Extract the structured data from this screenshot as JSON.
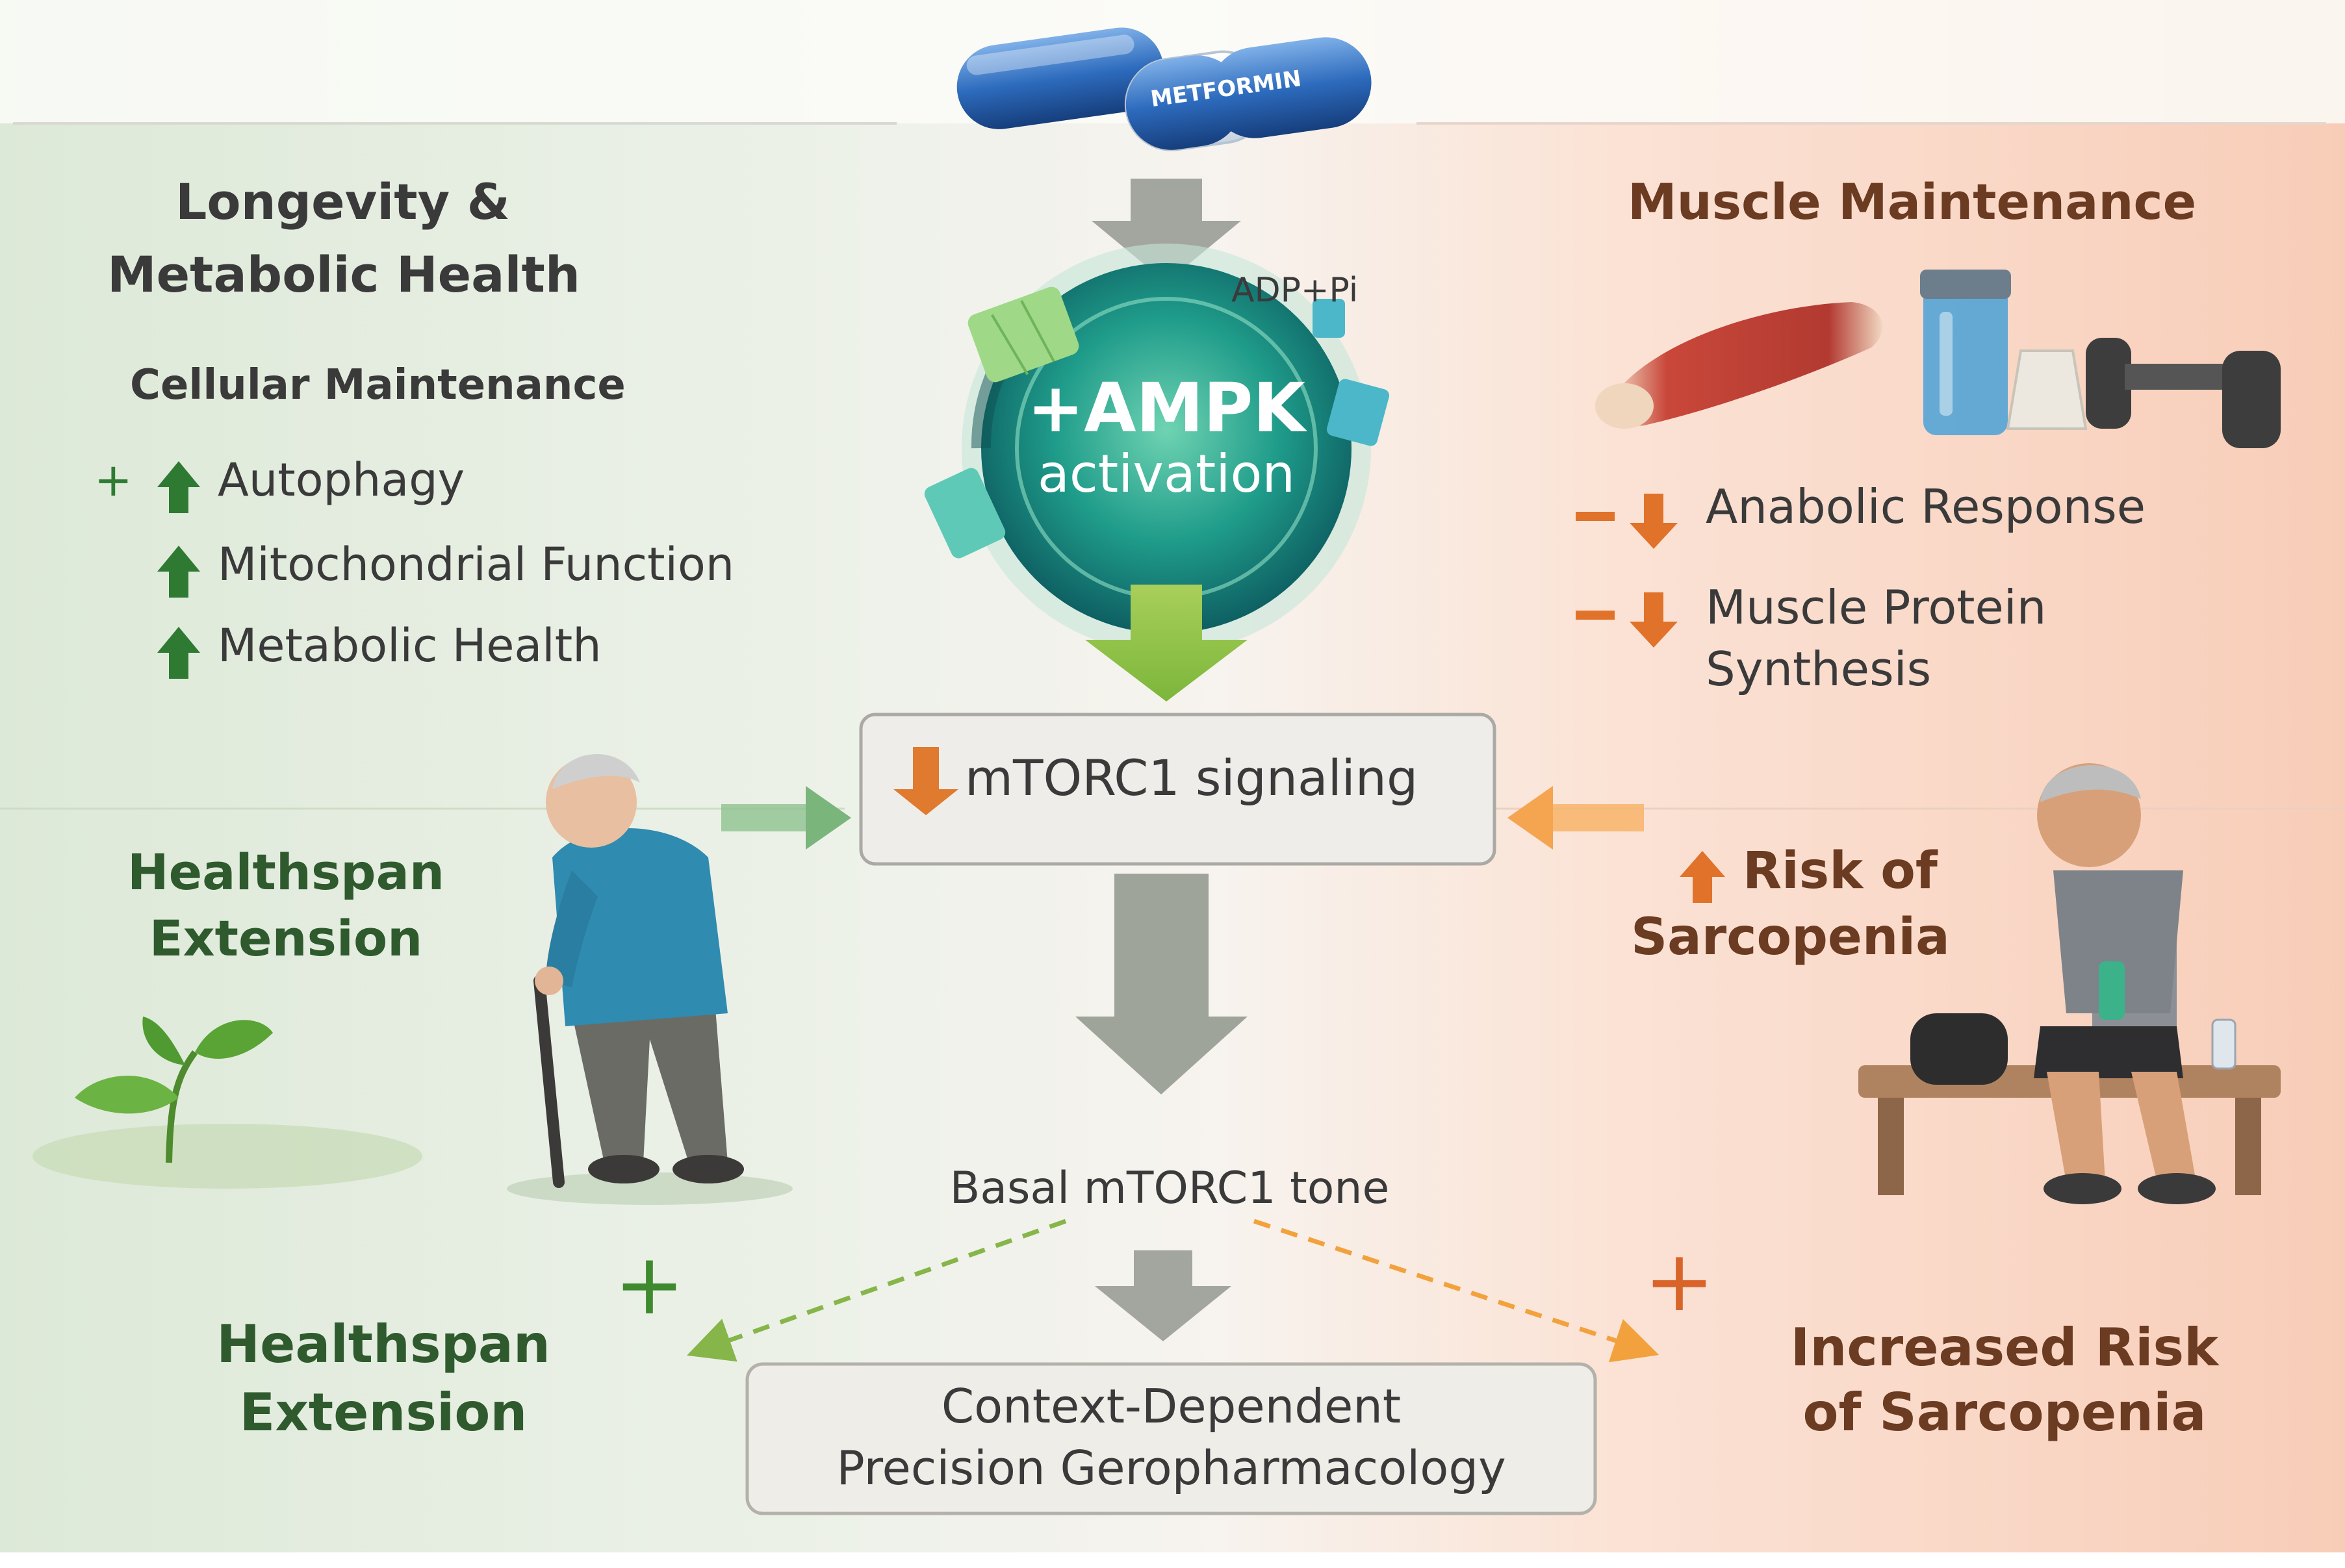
{
  "pill": {
    "label": "METFORMIN"
  },
  "ampk": {
    "cofactor": "ADP+Pi",
    "line1": "+AMPK",
    "line2": "activation"
  },
  "left": {
    "title_line1": "Longevity  &",
    "title_line2": "Metabolic Health",
    "section": "Cellular Maintenance",
    "items": [
      {
        "prefix": "+",
        "label": "Autophagy"
      },
      {
        "prefix": "",
        "label": "Mitochondrial Function"
      },
      {
        "prefix": "",
        "label": "Metabolic Health"
      }
    ],
    "healthspan_line1": "Healthspan",
    "healthspan_line2": "Extension"
  },
  "right": {
    "title": "Muscle Maintenance",
    "items": [
      {
        "prefix": "–",
        "label_line1": "Anabolic Response",
        "label_line2": ""
      },
      {
        "prefix": "–",
        "label_line1": "Muscle Protein",
        "label_line2": "Synthesis"
      }
    ],
    "risk_line1": "Risk of",
    "risk_line2": "Sarcopenia"
  },
  "center": {
    "mtorc1": "mTORC1 signaling",
    "basal": "Basal mTORC1 tone",
    "context_line1": "Context-Dependent",
    "context_line2": "Precision Geropharmacology"
  },
  "outcomes": {
    "left_sign": "+",
    "left_line1": "Healthspan",
    "left_line2": "Extension",
    "right_sign": "+",
    "right_line1": "Increased Risk",
    "right_line2": "of Sarcopenia"
  },
  "colors": {
    "green_accent": "#2f7a32",
    "orange_accent": "#e0722a",
    "gray_arrow": "#a9aca5",
    "ampk_teal": "#1f8f86"
  }
}
